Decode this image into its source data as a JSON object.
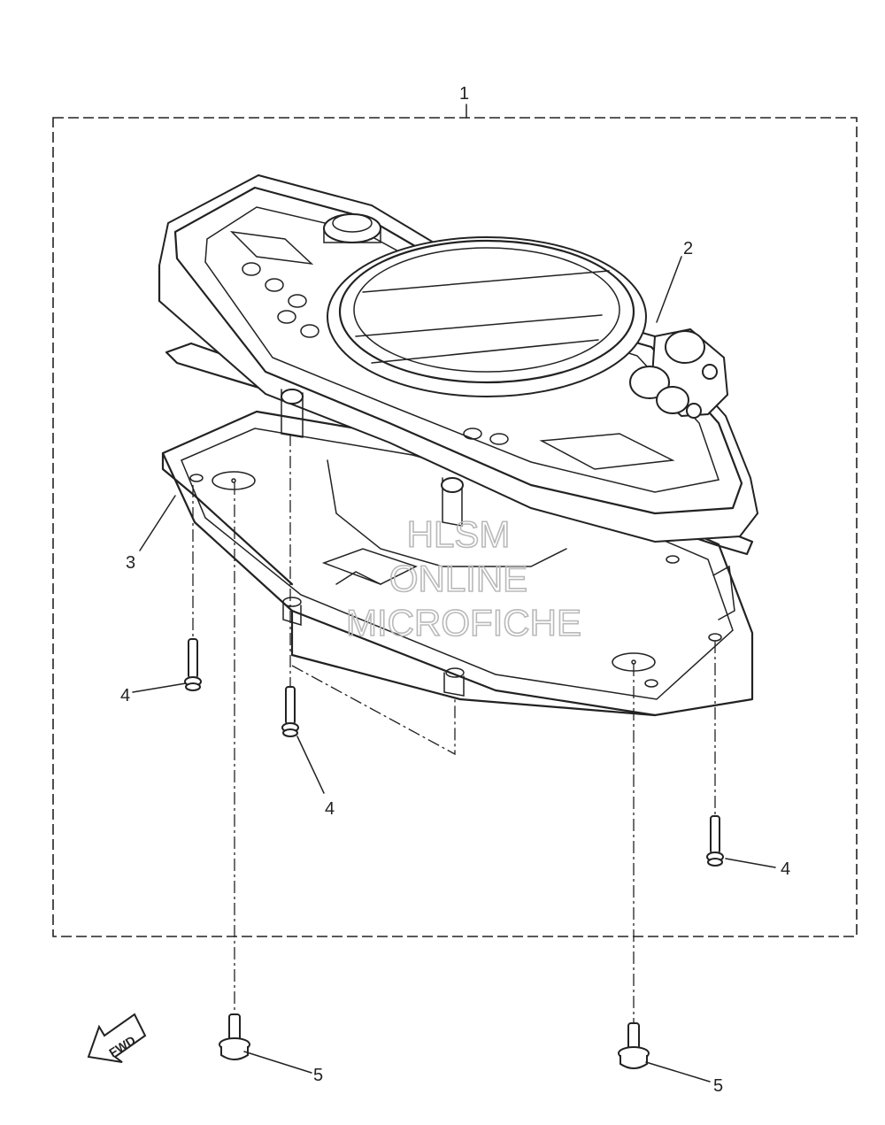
{
  "callouts": {
    "c1": "1",
    "c2": "2",
    "c3": "3",
    "c4a": "4",
    "c4b": "4",
    "c4c": "4",
    "c5a": "5",
    "c5b": "5"
  },
  "watermark": {
    "line1": "HLSM",
    "line2": "ONLINE",
    "line3": "MICROFICHE"
  },
  "fwd_label": "FWD"
}
